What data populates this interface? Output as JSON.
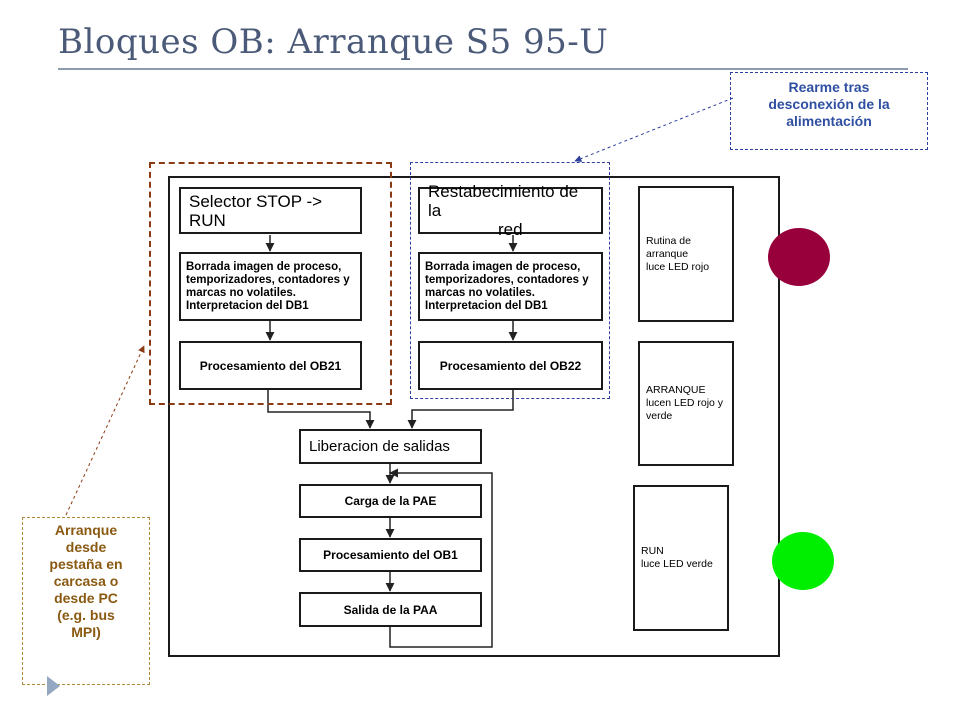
{
  "page": {
    "title": "Bloques OB: Arranque S5 95-U"
  },
  "left_column": {
    "selector": "Selector STOP -> RUN",
    "borrada": [
      "Borrada imagen de proceso,",
      "temporizadores, contadores y",
      "marcas no volatiles.",
      "Interpretacion del DB1"
    ],
    "procesamiento": "Procesamiento del OB21"
  },
  "right_column": {
    "restablecimiento": [
      "Restabecimiento de la",
      "red"
    ],
    "borrada": [
      "Borrada imagen de proceso,",
      "temporizadores, contadores y",
      "marcas no volatiles.",
      "Interpretacion del DB1"
    ],
    "procesamiento": "Procesamiento del OB22"
  },
  "flow": {
    "liberacion": "Liberacion de salidas",
    "carga": "Carga de la PAE",
    "procesamiento_ob1": "Procesamiento del OB1",
    "salida": "Salida de la PAA"
  },
  "side": {
    "rutina": [
      "Rutina de arranque",
      "luce LED rojo"
    ],
    "arranque": [
      "ARRANQUE",
      "lucen LED rojo y",
      "verde"
    ],
    "run": [
      "RUN",
      "luce LED verde"
    ]
  },
  "notes": {
    "rearme": [
      "Rearme tras",
      "desconexión de la",
      "alimentación"
    ],
    "arranque_pestana": [
      "Arranque",
      "desde",
      "pestaña en",
      "carcasa o",
      "desde PC",
      "(e.g. bus",
      "MPI)"
    ]
  },
  "colors": {
    "title": "#4a5a78",
    "note_blue": "#2f4fa3",
    "note_brown": "#8a5a12",
    "led_red": "#97003a",
    "led_green": "#00ee00"
  }
}
